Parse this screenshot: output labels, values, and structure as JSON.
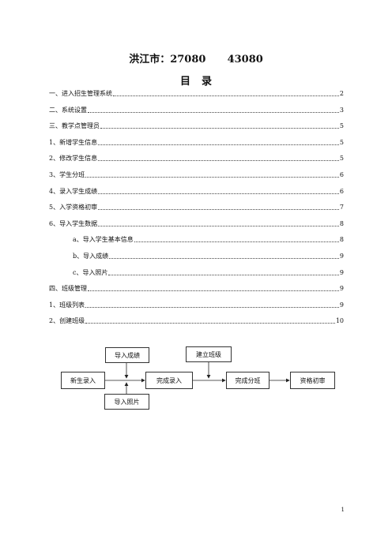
{
  "document": {
    "title": "洪江市：27080      43080",
    "toc_heading": "目录",
    "toc": [
      {
        "label": "一、进入招生管理系统",
        "page": "2",
        "indent": false
      },
      {
        "label": "二、系统设置",
        "page": "3",
        "indent": false
      },
      {
        "label": "三、教学点管理员",
        "page": "5",
        "indent": false
      },
      {
        "label": "1、新增学生信息",
        "page": "5",
        "indent": false
      },
      {
        "label": "2、修改学生信息",
        "page": "5",
        "indent": false
      },
      {
        "label": "3、学生分班",
        "page": "6",
        "indent": false
      },
      {
        "label": "4、录入学生成绩",
        "page": "6",
        "indent": false
      },
      {
        "label": "5、入学资格初审",
        "page": "7",
        "indent": false
      },
      {
        "label": "6、导入学生数据",
        "page": "8",
        "indent": false
      },
      {
        "label": "a、导入学生基本信息",
        "page": "8",
        "indent": true
      },
      {
        "label": "b、导入成绩",
        "page": "9",
        "indent": true
      },
      {
        "label": "c、导入照片",
        "page": "9",
        "indent": true
      },
      {
        "label": "四、班级管理",
        "page": "9",
        "indent": false
      },
      {
        "label": "1、班级列表",
        "page": "9",
        "indent": false
      },
      {
        "label": "2、创建班级",
        "page": "10",
        "indent": false
      }
    ],
    "flowchart": {
      "import_scores": "导入成绩",
      "create_class": "建立班级",
      "new_student": "新生录入",
      "finish_entry": "完成录入",
      "finish_class": "完成分班",
      "qualification": "资格初审",
      "import_photos": "导入照片"
    },
    "page_number": "1"
  }
}
